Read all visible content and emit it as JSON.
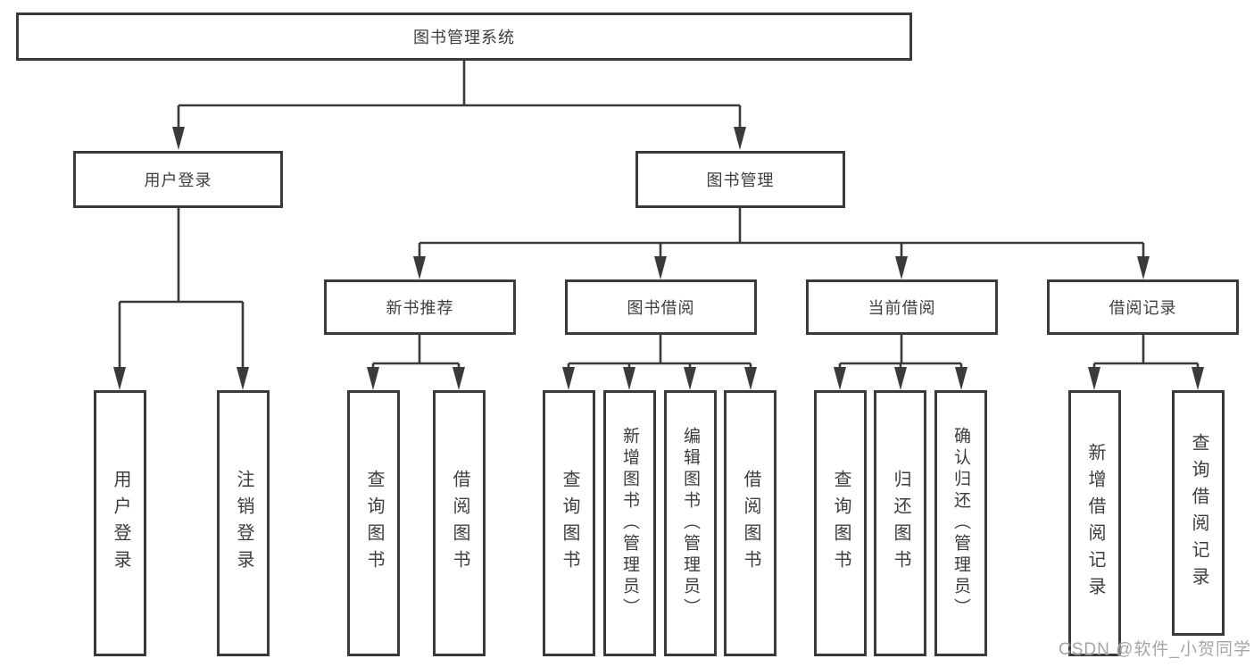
{
  "tree": {
    "root": {
      "label": "图书管理系统"
    },
    "children": [
      {
        "label": "用户登录",
        "children": [
          {
            "label": "用户登录"
          },
          {
            "label": "注销登录"
          }
        ]
      },
      {
        "label": "图书管理",
        "children": [
          {
            "label": "新书推荐",
            "children": [
              {
                "label": "查询图书"
              },
              {
                "label": "借阅图书"
              }
            ]
          },
          {
            "label": "图书借阅",
            "children": [
              {
                "label": "查询图书"
              },
              {
                "label": "新增图书（管理员）"
              },
              {
                "label": "编辑图书（管理员）"
              },
              {
                "label": "借阅图书"
              }
            ]
          },
          {
            "label": "当前借阅",
            "children": [
              {
                "label": "查询图书"
              },
              {
                "label": "归还图书"
              },
              {
                "label": "确认归还（管理员）"
              }
            ]
          },
          {
            "label": "借阅记录",
            "children": [
              {
                "label": "新增借阅记录"
              },
              {
                "label": "查询借阅记录"
              }
            ]
          }
        ]
      }
    ]
  },
  "watermark": {
    "text": "CSDN @软件_小贺同学"
  },
  "colors": {
    "line": "#3a3a3a",
    "text": "#3d3d3d",
    "background": "#ffffff",
    "watermark": "#a6a6a6"
  }
}
